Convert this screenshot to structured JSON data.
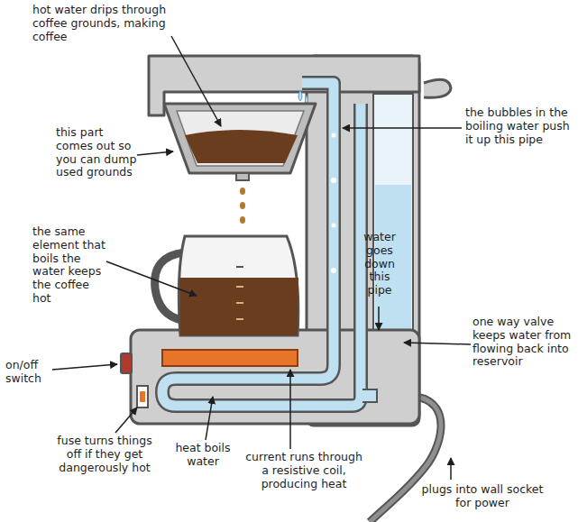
{
  "diagram": {
    "labels": [
      "hot water drips through coffee grounds, making coffee",
      "this part comes out so you can dump used grounds",
      "the same element that boils the water keeps the coffee hot",
      "on/off switch",
      "fuse turns things off if they get dangerously hot",
      "heat boils water",
      "current runs through a resistive coil, producing heat",
      "plugs into wall socket for power",
      "one way valve keeps water from flowing back into reservoir",
      "water goes down this pipe",
      "the bubbles in the boiling water push it up this pipe"
    ]
  }
}
